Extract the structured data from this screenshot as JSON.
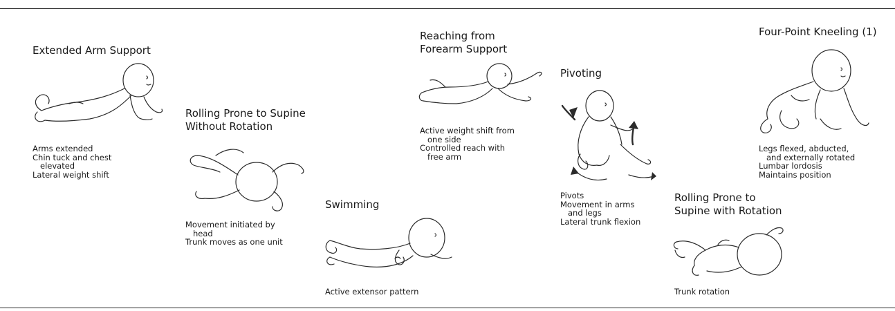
{
  "stages": [
    {
      "id": "extended-arm-support",
      "title": [
        "Extended Arm Support"
      ],
      "notes": [
        {
          "text": "Arms extended"
        },
        {
          "text": "Chin tuck and chest"
        },
        {
          "text": "elevated",
          "indent": true
        },
        {
          "text": "Lateral weight shift"
        }
      ]
    },
    {
      "id": "rolling-without-rotation",
      "title": [
        "Rolling Prone to Supine",
        "Without Rotation"
      ],
      "notes": [
        {
          "text": "Movement initiated by"
        },
        {
          "text": "head",
          "indent": true
        },
        {
          "text": "Trunk moves as one unit"
        }
      ]
    },
    {
      "id": "swimming",
      "title": [
        "Swimming"
      ],
      "notes": [
        {
          "text": "Active extensor pattern"
        }
      ]
    },
    {
      "id": "reaching-forearm-support",
      "title": [
        "Reaching from",
        "Forearm Support"
      ],
      "notes": [
        {
          "text": "Active weight shift from"
        },
        {
          "text": "one side",
          "indent": true
        },
        {
          "text": "Controlled reach with"
        },
        {
          "text": "free arm",
          "indent": true
        }
      ]
    },
    {
      "id": "pivoting",
      "title": [
        "Pivoting"
      ],
      "notes": [
        {
          "text": "Pivots"
        },
        {
          "text": "Movement in arms"
        },
        {
          "text": "and legs",
          "indent": true
        },
        {
          "text": "Lateral trunk flexion"
        }
      ]
    },
    {
      "id": "four-point-kneeling",
      "title": [
        "Four-Point Kneeling (1)"
      ],
      "notes": [
        {
          "text": "Legs flexed, abducted,"
        },
        {
          "text": "and externally rotated",
          "indent": true
        },
        {
          "text": "Lumbar lordosis"
        },
        {
          "text": "Maintains position"
        }
      ]
    },
    {
      "id": "rolling-with-rotation",
      "title": [
        "Rolling Prone to",
        "Supine with Rotation"
      ],
      "notes": [
        {
          "text": "Trunk rotation"
        }
      ]
    }
  ]
}
